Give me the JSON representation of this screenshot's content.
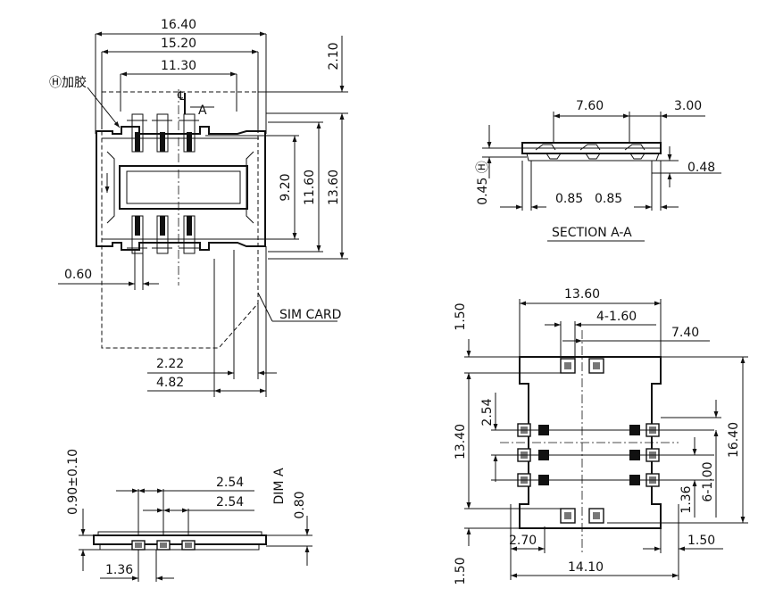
{
  "top_view": {
    "dims": {
      "w_16_40": "16.40",
      "w_15_20": "15.20",
      "w_11_30": "11.30",
      "h_2_10": "2.10",
      "h_9_20": "9.20",
      "h_11_60": "11.60",
      "h_13_60": "13.60",
      "d_0_60": "0.60",
      "d_2_22": "2.22",
      "d_4_82": "4.82"
    },
    "glue_mark": "Ⓗ加胶",
    "section_marker": "A",
    "centerline_mark": "℄",
    "sim_card_label": "SIM CARD"
  },
  "section_view": {
    "dims": {
      "d_7_60": "7.60",
      "d_3_00": "3.00",
      "d_0_48": "0.48",
      "d_0_85_a": "0.85",
      "d_0_85_b": "0.85",
      "d_0_45": "0.45 Ⓗ"
    },
    "title": "SECTION A-A"
  },
  "side_view": {
    "dims": {
      "h_0_90": "0.90±0.10",
      "p_2_54_a": "2.54",
      "p_2_54_b": "2.54",
      "d_1_36": "1.36",
      "h_0_80": "0.80"
    },
    "dim_a": "DIM A"
  },
  "footprint": {
    "dims": {
      "w_13_60": "13.60",
      "pads_4_1_60": "4-1.60",
      "w_7_40": "7.40",
      "h_1_50_top": "1.50",
      "h_2_54": "2.54",
      "h_13_40": "13.40",
      "h_16_40": "16.40",
      "h_1_36": "1.36",
      "pads_6_1_00": "6-1.00",
      "w_2_70": "2.70",
      "w_1_50": "1.50",
      "w_14_10": "14.10",
      "h_1_50_bot": "1.50"
    }
  }
}
